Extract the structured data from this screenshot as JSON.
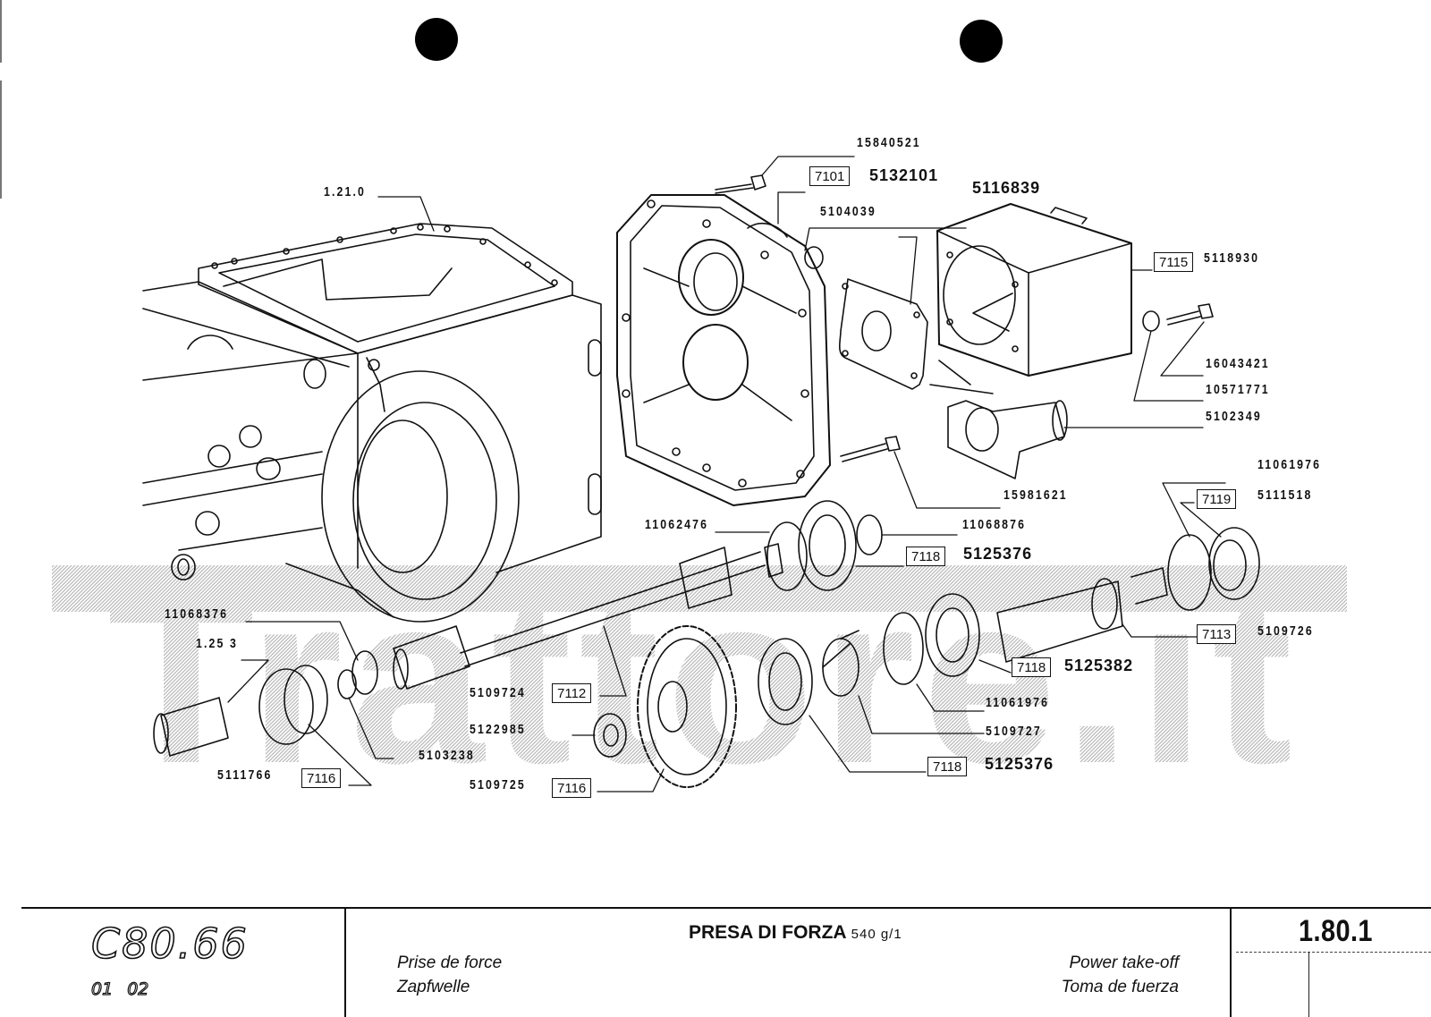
{
  "document": {
    "watermark": "Trattore.it",
    "title_block": {
      "model": "C80.66",
      "model_subcodes": "01 02",
      "title_it": "PRESA DI FORZA",
      "title_spec": "540 g/1",
      "title_fr": "Prise de force",
      "title_de": "Zapfwelle",
      "title_en": "Power take-off",
      "title_es": "Toma de fuerza",
      "page_number": "1.80.1"
    },
    "callouts": [
      {
        "id": "c1",
        "part": "15840521"
      },
      {
        "id": "c2",
        "ref": "7101",
        "part": "5132101"
      },
      {
        "id": "c3",
        "part": "5116839"
      },
      {
        "id": "c4",
        "part": "5104039"
      },
      {
        "id": "c5",
        "part": "1.21.0"
      },
      {
        "id": "c6",
        "ref": "7115",
        "part": "5118930"
      },
      {
        "id": "c7",
        "part": "16043421"
      },
      {
        "id": "c8",
        "part": "10571771"
      },
      {
        "id": "c9",
        "part": "5102349"
      },
      {
        "id": "c10",
        "part": "15981621"
      },
      {
        "id": "c11",
        "part": "11062476"
      },
      {
        "id": "c12",
        "part": "11068876"
      },
      {
        "id": "c13",
        "ref": "7118",
        "part": "5125376"
      },
      {
        "id": "c14",
        "part": "11061976"
      },
      {
        "id": "c15",
        "ref": "7119",
        "part": "5111518"
      },
      {
        "id": "c16",
        "ref": "7113",
        "part": "5109726"
      },
      {
        "id": "c17",
        "part": "11068376"
      },
      {
        "id": "c18",
        "part": "1.25 3"
      },
      {
        "id": "c19",
        "ref": "7118",
        "part": "5125382"
      },
      {
        "id": "c20",
        "part": "11061976"
      },
      {
        "id": "c21",
        "ref": "7112",
        "part": "5109724"
      },
      {
        "id": "c22",
        "part": "5109727"
      },
      {
        "id": "c23",
        "part": "5122985"
      },
      {
        "id": "c24",
        "part": "5103238"
      },
      {
        "id": "c25",
        "ref": "7118",
        "part": "5125376"
      },
      {
        "id": "c26",
        "ref": "7116",
        "part": "5111766"
      },
      {
        "id": "c27",
        "ref": "7116",
        "part": "5109725"
      }
    ]
  }
}
